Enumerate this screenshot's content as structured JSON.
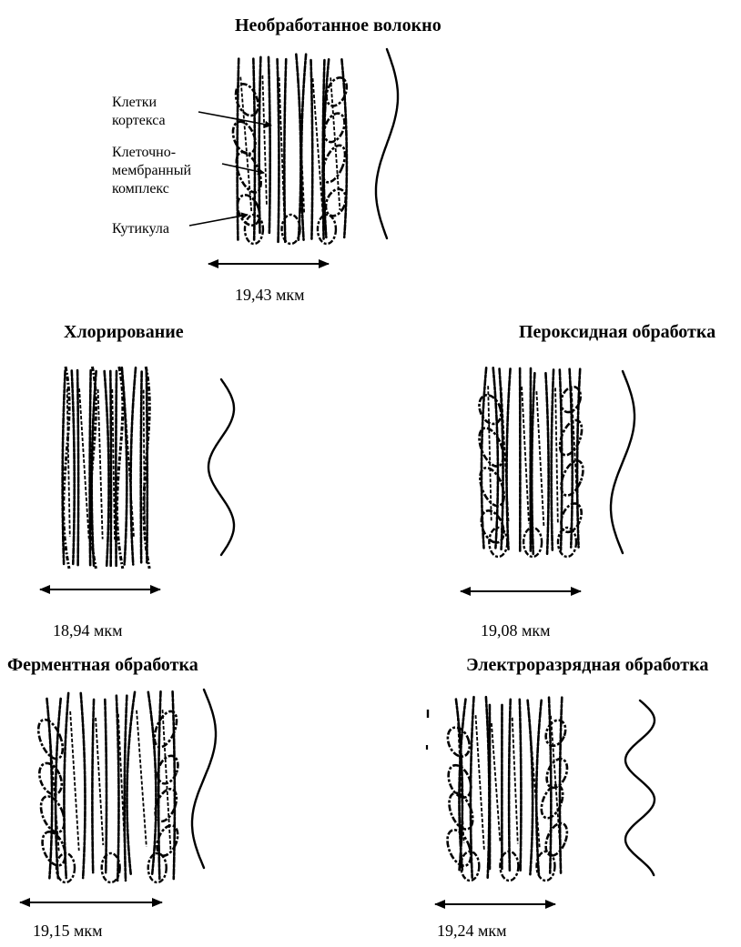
{
  "panels": {
    "untreated": {
      "title": "Необработанное волокно",
      "measurement": "19,43 мкм"
    },
    "chlorination": {
      "title": "Хлорирование",
      "measurement": "18,94 мкм"
    },
    "peroxide": {
      "title": "Пероксидная обработка",
      "measurement": "19,08 мкм"
    },
    "enzyme": {
      "title": "Ферментная обработка",
      "measurement": "19,15 мкм"
    },
    "electro": {
      "title": "Электроразрядная обработка",
      "measurement": "19,24 мкм"
    }
  },
  "labels": {
    "cortex": [
      "Клетки",
      "кортекса"
    ],
    "cmc": [
      "Клеточно-",
      "мембранный",
      "комплекс"
    ],
    "cuticle": "Кутикула"
  },
  "colors": {
    "ink": "#000000",
    "background": "#ffffff"
  }
}
